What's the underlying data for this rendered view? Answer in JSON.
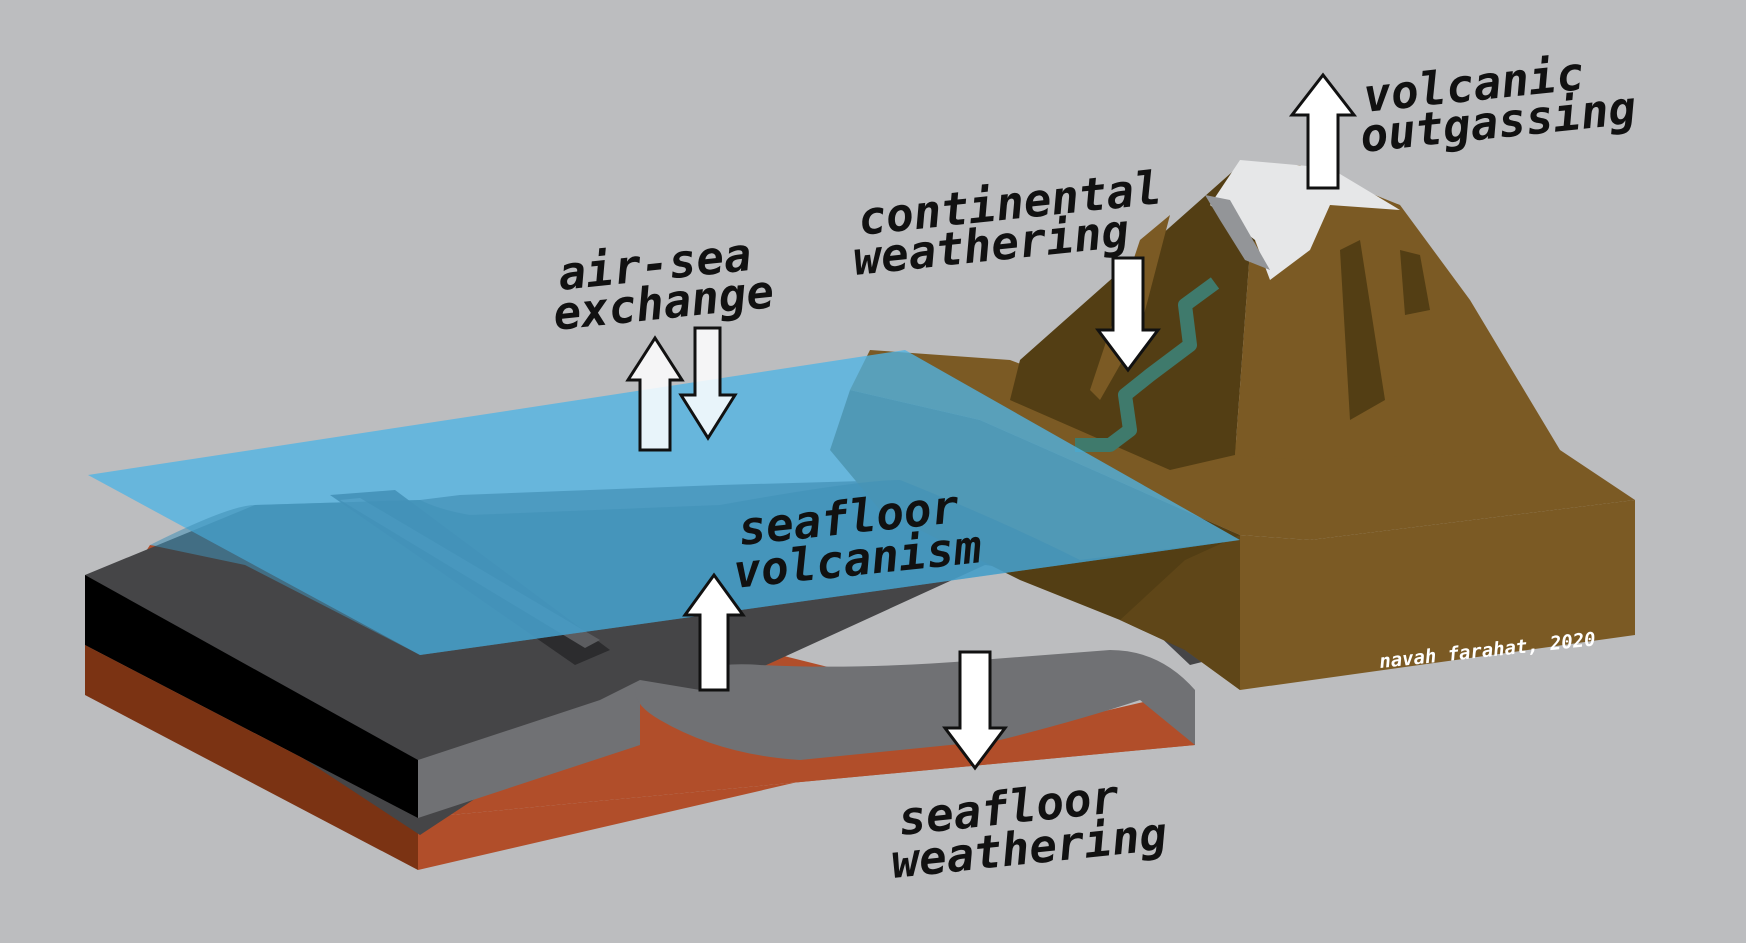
{
  "labels": {
    "air_sea_1": "air-sea",
    "air_sea_2": "exchange",
    "continental_1": "continental",
    "continental_2": "weathering",
    "volcanic_1": "volcanic",
    "volcanic_2": "outgassing",
    "seafloor_volc_1": "seafloor",
    "seafloor_volc_2": "volcanism",
    "seafloor_weath_1": "seafloor",
    "seafloor_weath_2": "weathering"
  },
  "credit": "navah farahat, 2020",
  "colors": {
    "background": "#bcbdbf",
    "ocean": "#4fb4e4",
    "oceanic_crust": "#454547",
    "crust_side": "#000000",
    "crust_cut": "#707174",
    "mantle": "#b14e2a",
    "mantle_side": "#7b3313",
    "continent": "#7b5a24",
    "continent_dark": "#533e14",
    "snow": "#e6e7e8",
    "river": "#3f7a6c",
    "arrow": "#ffffff"
  },
  "icons": {
    "flux_arrow": "up/down arrow"
  }
}
